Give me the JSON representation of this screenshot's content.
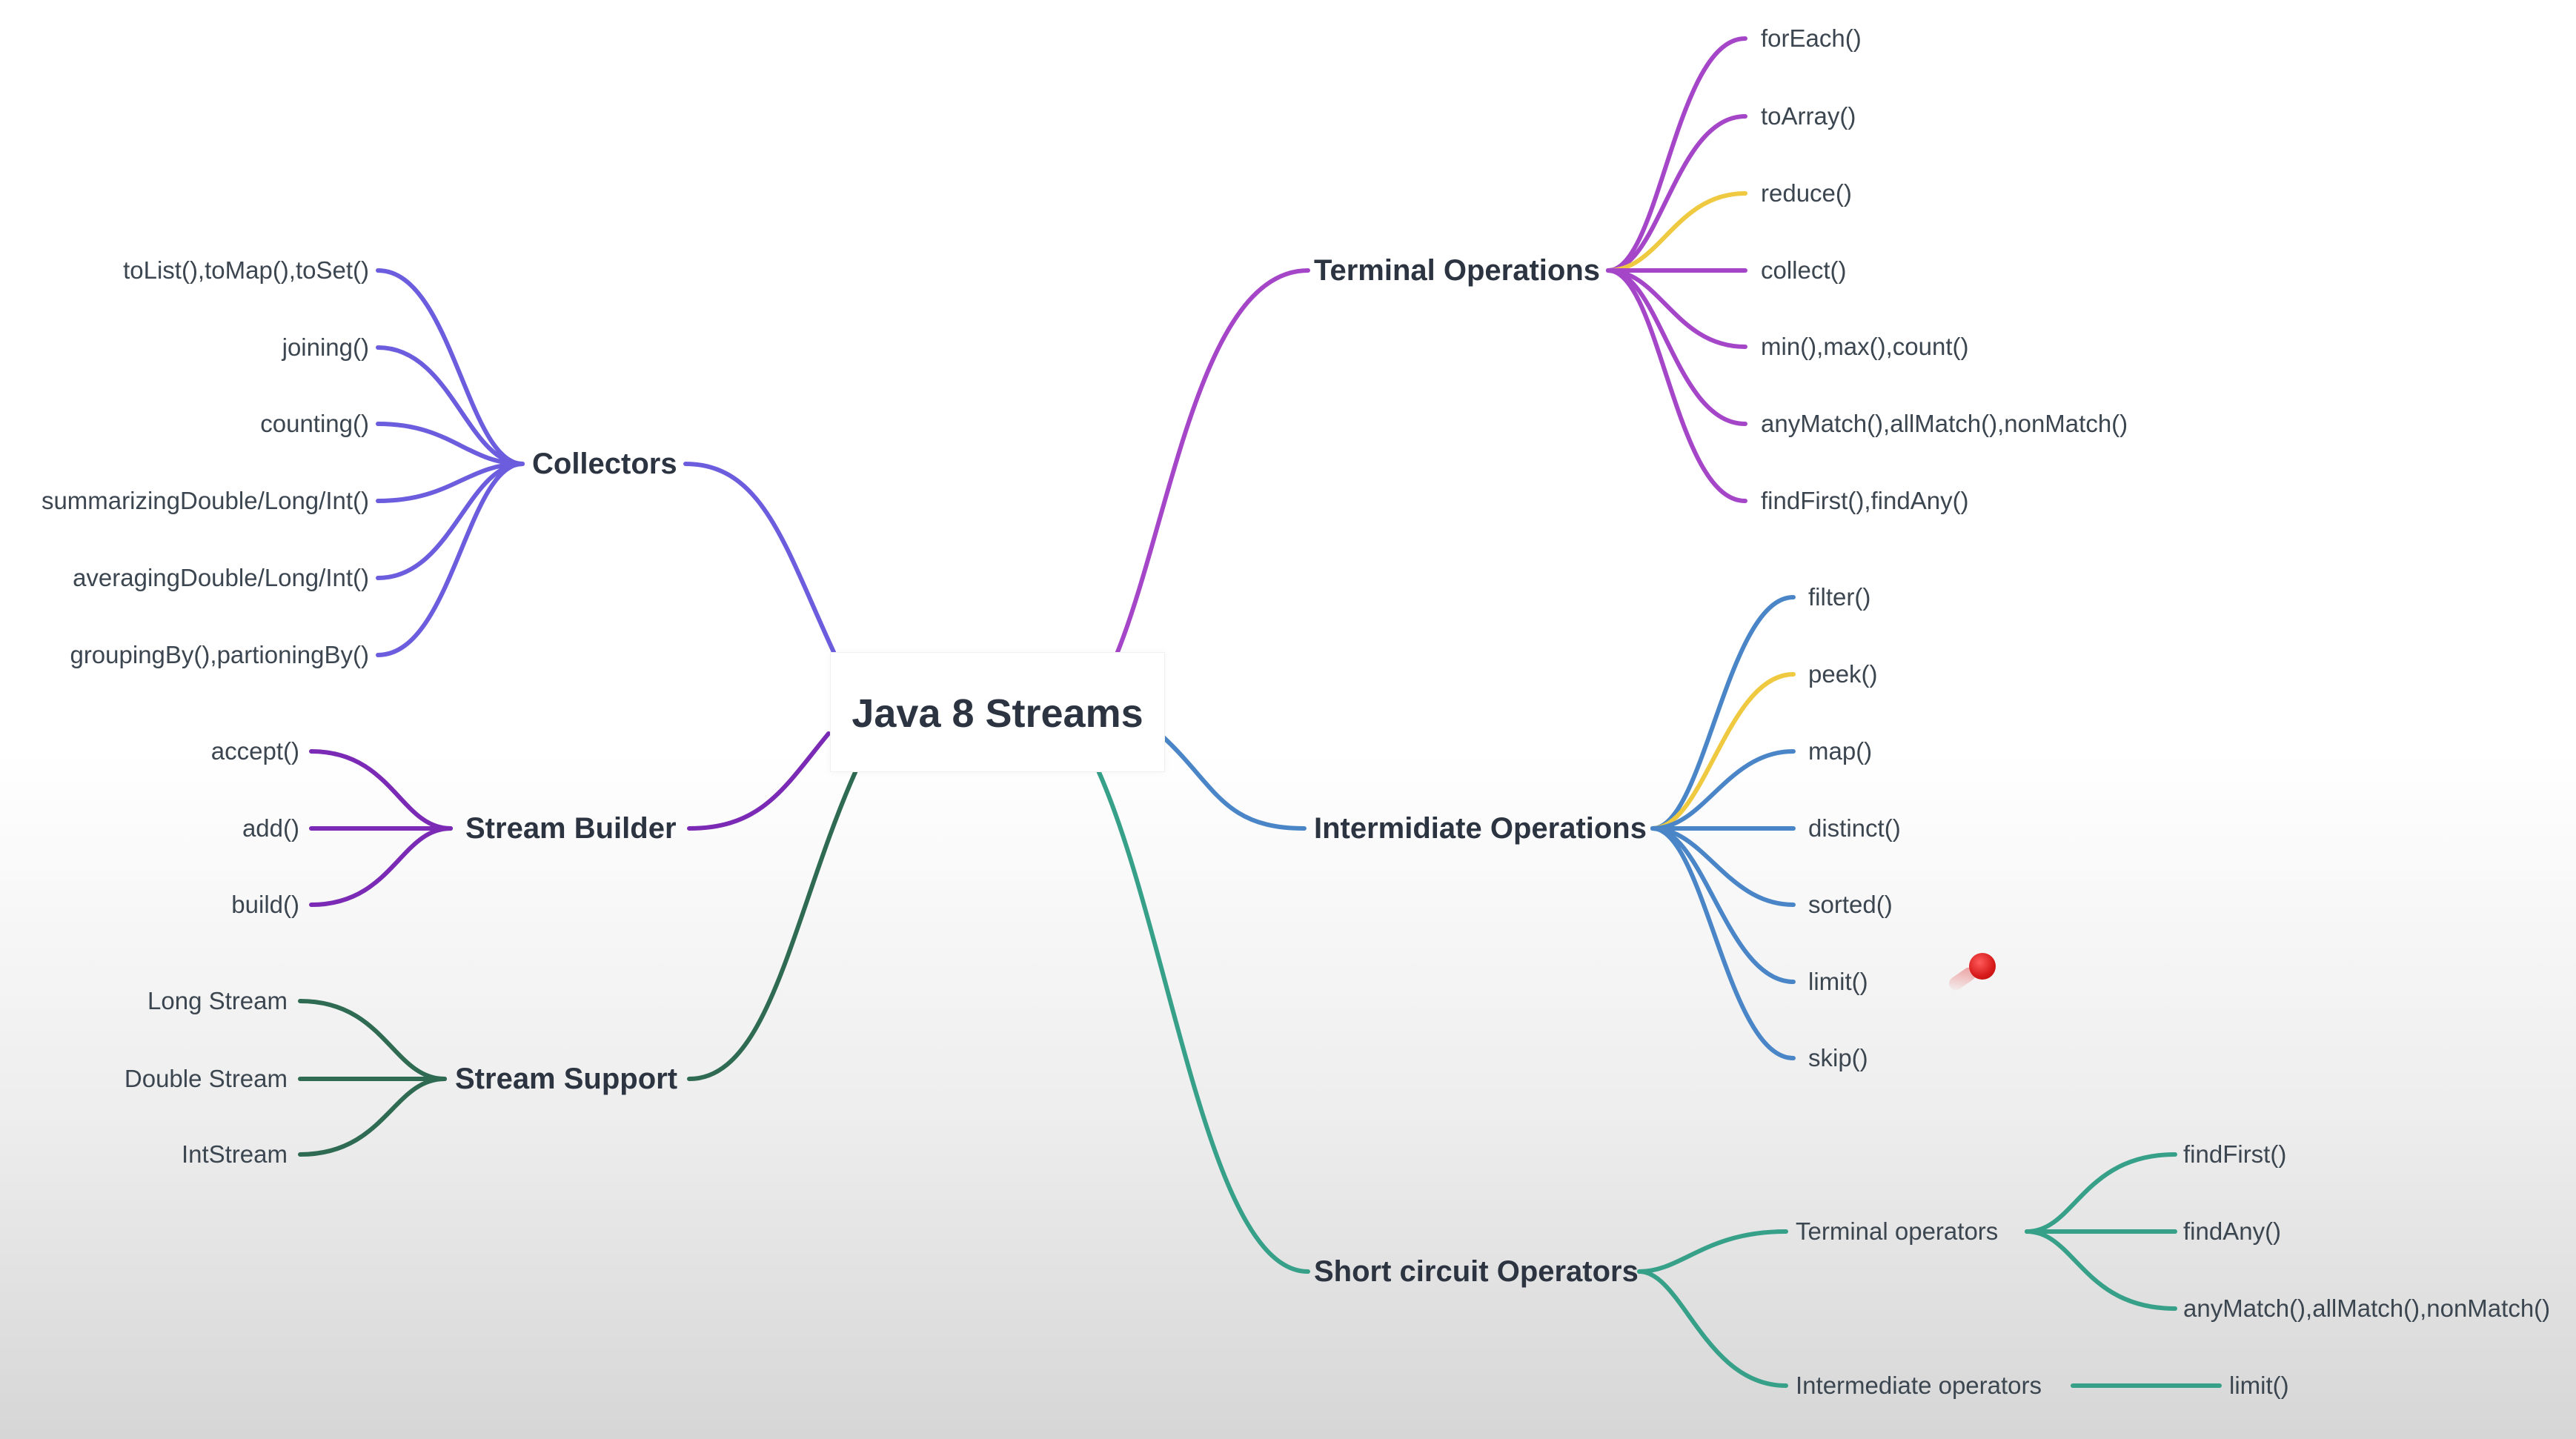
{
  "root": {
    "title": "Java 8 Streams"
  },
  "terminal": {
    "title": "Terminal Operations",
    "items": [
      "forEach()",
      "toArray()",
      "reduce()",
      "collect()",
      "min(),max(),count()",
      "anyMatch(),allMatch(),nonMatch()",
      "findFirst(),findAny()"
    ]
  },
  "intermediate": {
    "title": "Intermidiate Operations",
    "items": [
      "filter()",
      "peek()",
      "map()",
      "distinct()",
      "sorted()",
      "limit()",
      "skip()"
    ]
  },
  "shortcircuit": {
    "title": "Short circuit Operators",
    "terminal_ops": {
      "title": "Terminal operators",
      "items": [
        "findFirst()",
        "findAny()",
        "anyMatch(),allMatch(),nonMatch()"
      ]
    },
    "intermediate_ops": {
      "title": "Intermediate operators",
      "items": [
        "limit()"
      ]
    }
  },
  "collectors": {
    "title": "Collectors",
    "items": [
      "toList(),toMap(),toSet()",
      "joining()",
      "counting()",
      "summarizingDouble/Long/Int()",
      "averagingDouble/Long/Int()",
      "groupingBy(),partioningBy()"
    ]
  },
  "builder": {
    "title": "Stream Builder",
    "items": [
      "accept()",
      "add()",
      "build()"
    ]
  },
  "support": {
    "title": "Stream Support",
    "items": [
      "Long Stream",
      "Double Stream",
      "IntStream"
    ]
  },
  "colors": {
    "terminal": "#a546c9",
    "highlight": "#efc93f",
    "intermediate": "#4a86c7",
    "shortcircuit": "#36a088",
    "collectors": "#6b5ddd",
    "builder": "#7a2ab5",
    "support": "#2e6b52",
    "pointer": "#d61a1a"
  }
}
